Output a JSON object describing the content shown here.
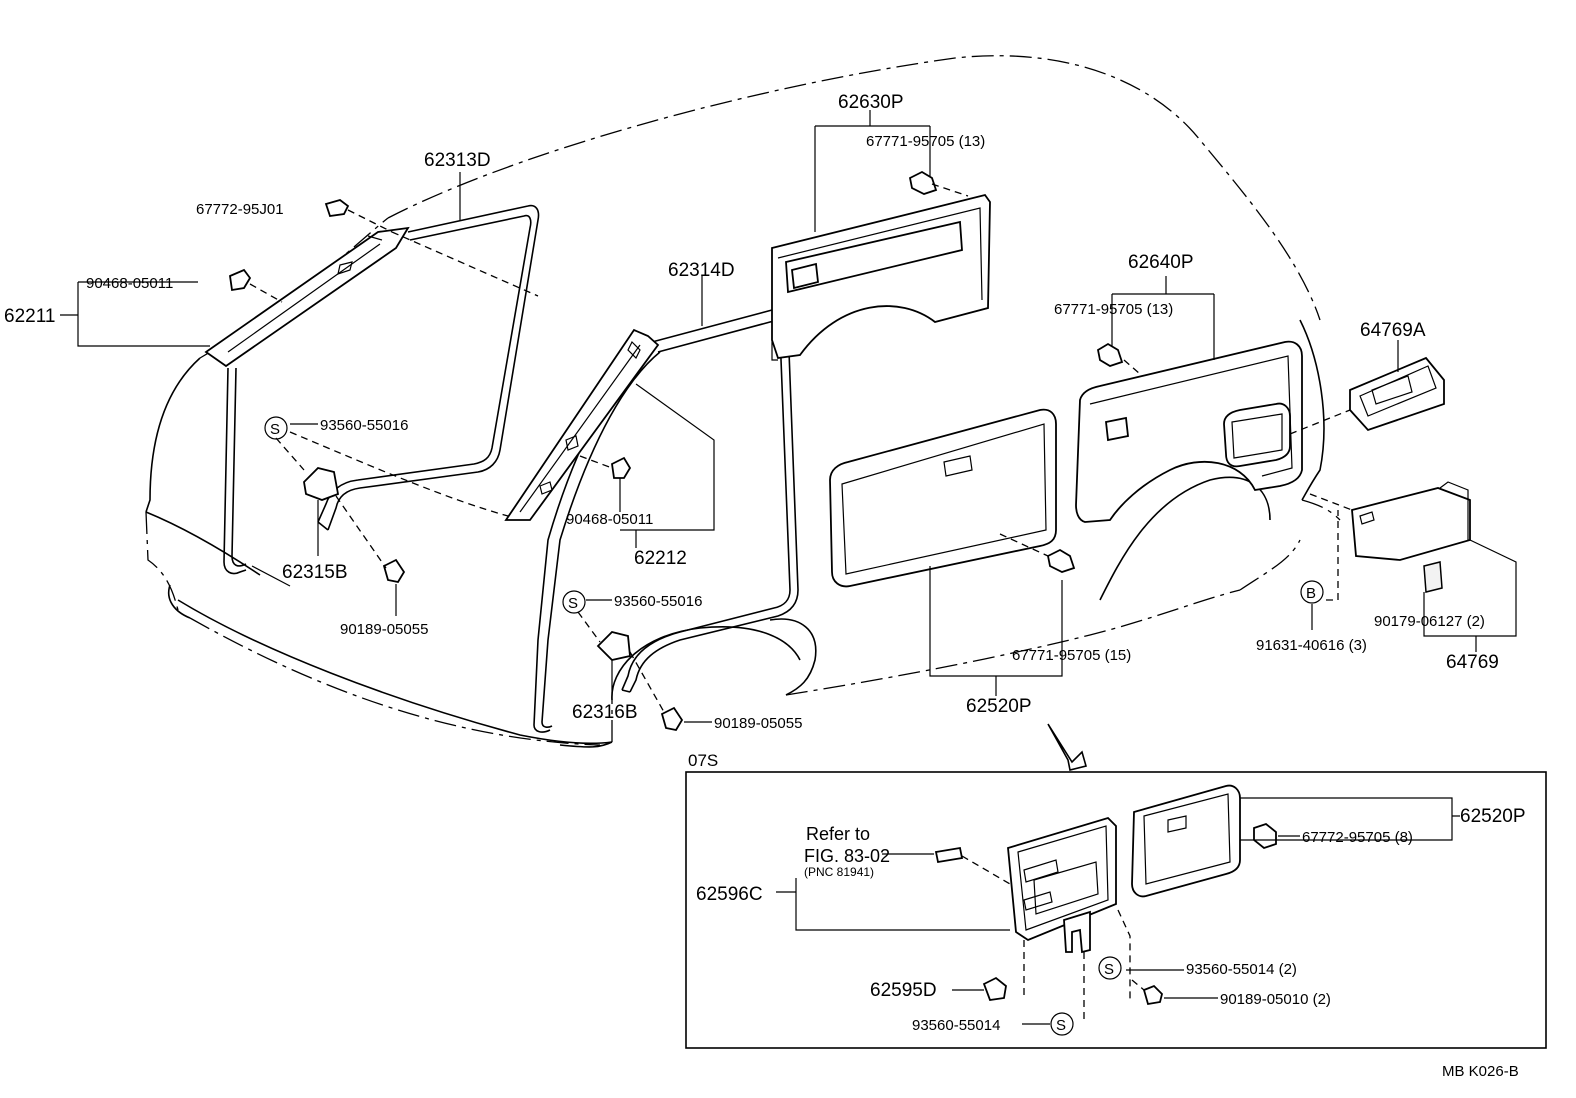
{
  "diagram": {
    "callouts": {
      "p62630P": "62630P",
      "p67771_95705_13a": "67771-95705 (13)",
      "p62313D": "62313D",
      "p67772_95J01": "67772-95J01",
      "p90468_05011a": "90468-05011",
      "p62211": "62211",
      "p93560_55016a": "93560-55016",
      "p62315B": "62315B",
      "p90189_05055a": "90189-05055",
      "p62314D": "62314D",
      "p90468_05011b": "90468-05011",
      "p62212": "62212",
      "p93560_55016b": "93560-55016",
      "p62316B": "62316B",
      "p90189_05055b": "90189-05055",
      "p62640P": "62640P",
      "p67771_95705_13b": "67771-95705 (13)",
      "p64769A": "64769A",
      "p67771_95705_15": "67771-95705 (15)",
      "p62520P": "62520P",
      "p91631_40616": "91631-40616 (3)",
      "p90179_06127": "90179-06127 (2)",
      "p64769": "64769"
    },
    "symbols": {
      "s": "S",
      "b": "B"
    },
    "inset": {
      "label": "07S",
      "refer_to": "Refer to",
      "fig_ref": "FIG. 83-02",
      "pnc_ref": "(PNC 81941)",
      "p62596C": "62596C",
      "p62520P": "62520P",
      "p67772_95705": "67772-95705 (8)",
      "p93560_55014a": "93560-55014 (2)",
      "p90189_05010": "90189-05010 (2)",
      "p62595D": "62595D",
      "p93560_55014b": "93560-55014"
    },
    "footer_code": "MB  K026-B"
  }
}
